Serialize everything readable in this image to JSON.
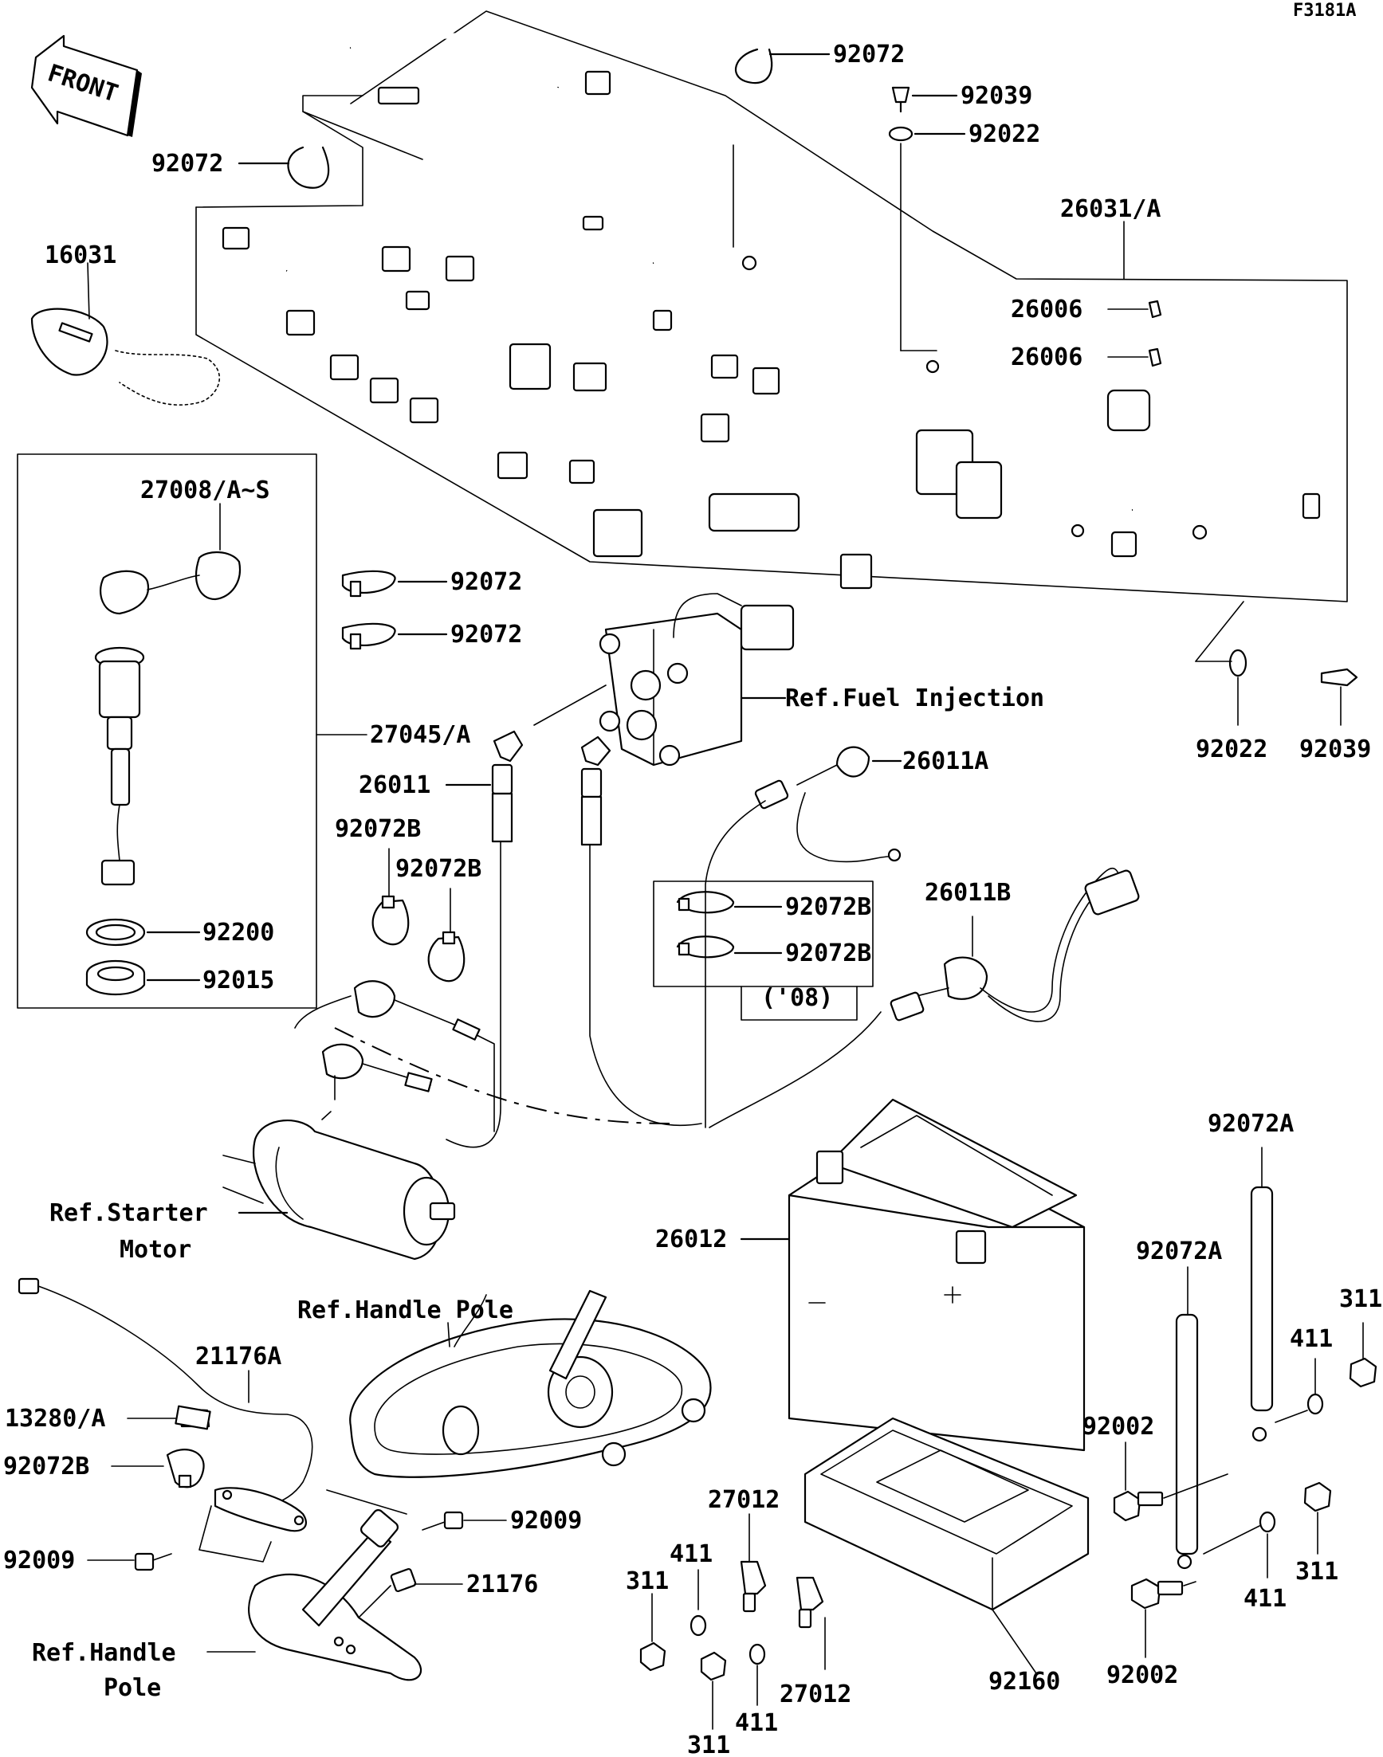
{
  "figure_code": "F3181A",
  "front_badge": "FRONT",
  "parts": {
    "p92072_top": "92072",
    "p92039_top": "92039",
    "p92022_top": "92022",
    "p92072_left": "92072",
    "p26031": "26031/A",
    "p16031": "16031",
    "p26006_a": "26006",
    "p26006_b": "26006",
    "p27008": "27008/A~S",
    "p92072_mid1": "92072",
    "p92072_mid2": "92072",
    "ref_fuel": "Ref.Fuel Injection",
    "p27045": "27045/A",
    "p26011": "26011",
    "p26011A": "26011A",
    "p92022_right": "92022",
    "p92039_right": "92039",
    "p92072B_a": "92072B",
    "p92072B_b": "92072B",
    "p92072B_c": "92072B",
    "p92072B_d": "92072B",
    "p26011B": "26011B",
    "year_08": "('08)",
    "p92200": "92200",
    "p92015": "92015",
    "p92072A_top": "92072A",
    "ref_starter_1": "Ref.Starter",
    "ref_starter_2": "Motor",
    "p26012": "26012",
    "p92072A_mid": "92072A",
    "ref_handle_top": "Ref.Handle Pole",
    "p311_r1": "311",
    "p21176A": "21176A",
    "p411_r1": "411",
    "p13280": "13280/A",
    "p92002_a": "92002",
    "p92072B_e": "92072B",
    "p27012_a": "27012",
    "p92009_a": "92009",
    "p411_a": "411",
    "p92009_b": "92009",
    "p311_a": "311",
    "p21176": "21176",
    "p311_r2": "311",
    "p411_r2": "411",
    "ref_handle_bottom_1": "Ref.Handle",
    "ref_handle_bottom_2": "Pole",
    "p92002_b": "92002",
    "p92160": "92160",
    "p27012_b": "27012",
    "p411_b": "411",
    "p311_b": "311"
  }
}
